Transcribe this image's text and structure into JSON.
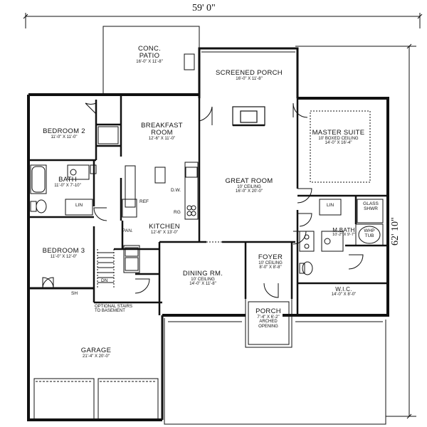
{
  "overall": {
    "width": "59' 0\"",
    "depth": "62' 10\""
  },
  "rooms": {
    "conc_patio": {
      "name": [
        "CONC.",
        "PATIO"
      ],
      "size": "16'-0\" X 11'-8\""
    },
    "screened_porch": {
      "name": "SCREENED PORCH",
      "size": "16'-0\" X 11'-8\""
    },
    "bedroom2": {
      "name": "BEDROOM 2",
      "size": "11'-0\" X 11'-0\""
    },
    "breakfast": {
      "name": [
        "BREAKFAST",
        "ROOM"
      ],
      "size": "12'-6\" X 11'-0\""
    },
    "master_suite": {
      "name": "MASTER SUITE",
      "ceiling": "10' BOXED CEILING",
      "size": "14'-0\" X 16'-4\""
    },
    "bath": {
      "name": "BATH",
      "size": "11'-0\" X 7'-10\""
    },
    "great_room": {
      "name": "GREAT ROOM",
      "ceiling": "10' CEILING",
      "size": "16'-0\" X 20'-0\""
    },
    "kitchen": {
      "name": "KITCHEN",
      "size": "12'-6\" X 13'-0\""
    },
    "mbath": {
      "name": "M.BATH",
      "size": "10'-2\" X 9'-7\""
    },
    "bedroom3": {
      "name": "BEDROOM 3",
      "size": "11'-0\" X 12'-0\""
    },
    "dining": {
      "name": "DINING RM.",
      "ceiling": "10' CEILING",
      "size": "14'-0\" X 11'-8\""
    },
    "foyer": {
      "name": "FOYER",
      "ceiling": "10' CEILING",
      "size": "8'-0\" X 8'-8\""
    },
    "wic": {
      "name": "W.I.C.",
      "size": "14'-0\" X 8'-0\""
    },
    "porch": {
      "name": "PORCH",
      "size": "7'-4\" X 6'-2\"",
      "note": [
        "ARCHED",
        "OPENING"
      ]
    },
    "garage": {
      "name": "GARAGE",
      "size": "21'-4\" X 20'-0\""
    }
  },
  "fixtures": {
    "lin_bath": "LIN",
    "lin_master": "LIN",
    "glass_shwr": [
      "GLASS",
      "SHWR"
    ],
    "whp_tub": [
      "WHP",
      "TUB"
    ],
    "dw": "D.W.",
    "ref": "REF",
    "rg": "RG",
    "pan": "PAN.",
    "sh": "SH",
    "dn": "DN",
    "stairs_note": [
      "OPTIONAL STAIRS",
      "TO BASEMENT"
    ]
  }
}
